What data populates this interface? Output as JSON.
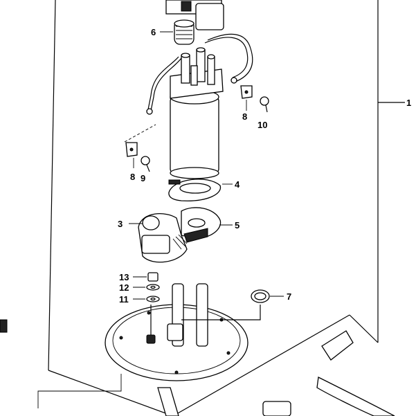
{
  "diagram": {
    "callouts": [
      "1",
      "3",
      "4",
      "5",
      "6",
      "7",
      "8",
      "8",
      "9",
      "10",
      "11",
      "12",
      "13"
    ]
  }
}
